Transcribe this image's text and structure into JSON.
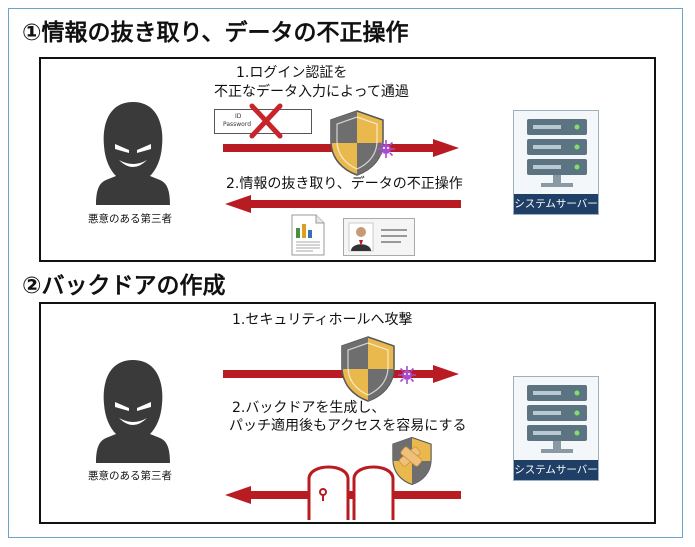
{
  "section1": {
    "title": "①情報の抜き取り、データの不正操作",
    "step1_line1": "1.ログイン認証を",
    "step1_line2": "不正なデータ入力によって通過",
    "step2": "2.情報の抜き取り、データの不正操作",
    "attacker_caption": "悪意のある第三者",
    "server_label": "システムサーバー",
    "login_id": "ID",
    "login_password": "Password"
  },
  "section2": {
    "title": "②バックドアの作成",
    "step1": "1.セキュリティホールへ攻撃",
    "step2_line1": "2.バックドアを生成し、",
    "step2_line2": "パッチ適用後もアクセスを容易にする",
    "attacker_caption": "悪意のある第三者",
    "server_label": "システムサーバー"
  },
  "colors": {
    "arrow": "#b81c22",
    "attacker": "#3a3a3a",
    "server_body": "#5c7482",
    "server_band": "#1f3f66",
    "shield_gold": "#e9b94e",
    "shield_gray": "#6e6e6e",
    "virus": "#a94bcf"
  }
}
